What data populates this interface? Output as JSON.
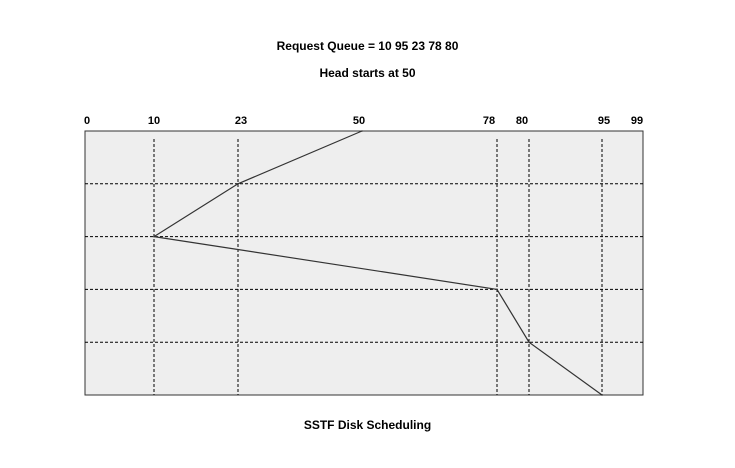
{
  "title": "Request Queue = 10  95  23  78  80",
  "subtitle": "Head starts at 50",
  "caption": "SSTF Disk Scheduling",
  "chart_data": {
    "type": "line",
    "title": "SSTF Disk Scheduling",
    "tick_labels": [
      "0",
      "10",
      "23",
      "50",
      "78",
      "80",
      "95",
      "99"
    ],
    "ticks": [
      0,
      10,
      23,
      50,
      78,
      80,
      95,
      99
    ],
    "xlim": [
      0,
      99
    ],
    "head_start": 50,
    "request_queue": [
      10,
      95,
      23,
      78,
      80
    ],
    "service_order": [
      50,
      23,
      10,
      78,
      80,
      95
    ],
    "vertical_gridlines": [
      10,
      23,
      78,
      80,
      95
    ],
    "colors": {
      "plot_bg": "#eeeeee",
      "line": "#333333",
      "grid": "#000000"
    }
  }
}
